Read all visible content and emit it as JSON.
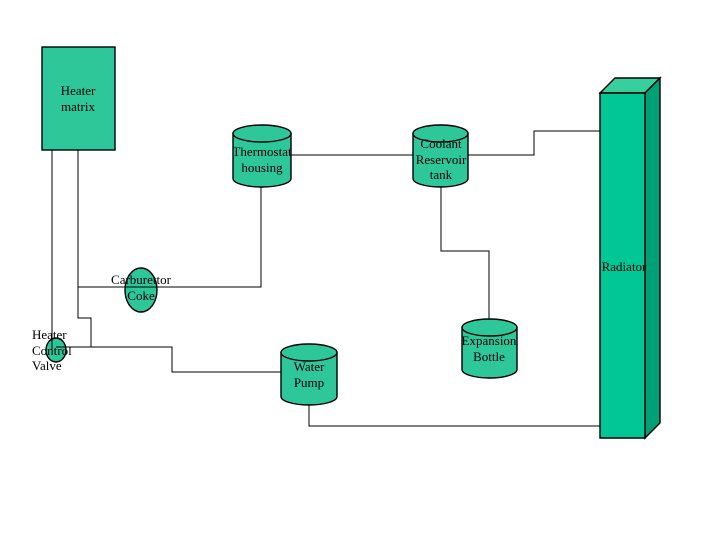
{
  "diagram_type": "car-cooling-system-schematic",
  "colors": {
    "background": "#ffffff",
    "outline": "#000000",
    "connector": "#000000",
    "fill": "#2ec79a",
    "radiator_front": "#00c795",
    "radiator_top": "#38cf9f",
    "radiator_side": "#00a077"
  },
  "nodes": {
    "heater_matrix": {
      "shape": "rectangle",
      "label_lines": [
        "Heater",
        "matrix"
      ]
    },
    "thermostat_housing": {
      "shape": "cylinder",
      "label_lines": [
        "Thermostat",
        "housing"
      ]
    },
    "coolant_reservoir_tank": {
      "shape": "cylinder",
      "label_lines": [
        "Coolant",
        "Reservoir",
        "tank"
      ]
    },
    "radiator": {
      "shape": "box3d",
      "label_lines": [
        "Radiator"
      ]
    },
    "carburettor_coke": {
      "shape": "ellipse",
      "label_lines": [
        "Carburettor",
        "Coke"
      ]
    },
    "heater_control_valve": {
      "shape": "ellipse",
      "label_lines": [
        "Heater",
        "Control",
        "Valve"
      ]
    },
    "water_pump": {
      "shape": "cylinder",
      "label_lines": [
        "Water",
        "Pump"
      ]
    },
    "expansion_bottle": {
      "shape": "cylinder",
      "label_lines": [
        "Expansion",
        "Bottle"
      ]
    }
  },
  "connections": [
    {
      "from": "heater-matrix",
      "to": "heater-control-valve"
    },
    {
      "from": "heater-matrix",
      "to": "water-pump"
    },
    {
      "from": "heater-control-valve",
      "to": "water-pump"
    },
    {
      "from": "heater-matrix",
      "to": "carburettor-coke"
    },
    {
      "from": "carburettor-coke",
      "to": "thermostat-housing"
    },
    {
      "from": "thermostat-housing",
      "to": "coolant-reservoir-tank"
    },
    {
      "from": "coolant-reservoir-tank",
      "to": "radiator"
    },
    {
      "from": "coolant-reservoir-tank",
      "to": "expansion-bottle"
    },
    {
      "from": "water-pump",
      "to": "radiator"
    }
  ]
}
